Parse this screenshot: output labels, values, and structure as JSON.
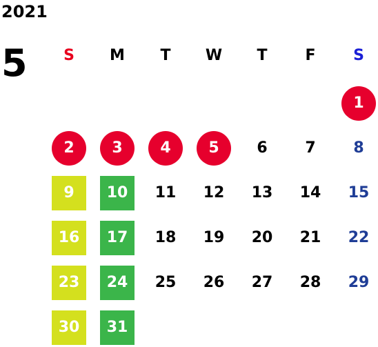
{
  "calendar": {
    "year": "2021",
    "month": "5",
    "weekdays": [
      {
        "label": "S",
        "color": "#e8001e"
      },
      {
        "label": "M",
        "color": "#000000"
      },
      {
        "label": "T",
        "color": "#000000"
      },
      {
        "label": "W",
        "color": "#000000"
      },
      {
        "label": "T",
        "color": "#000000"
      },
      {
        "label": "F",
        "color": "#000000"
      },
      {
        "label": "S",
        "color": "#1a1fd6"
      }
    ],
    "first_weekday_index": 6,
    "days_in_month": 31,
    "colors": {
      "text_default": "#000000",
      "text_saturday": "#1f3d96",
      "holiday_fill": "#e6002d",
      "sunday_highlight_fill": "#d4e01e",
      "monday_highlight_fill": "#3bb54a",
      "highlight_text": "#ffffff"
    },
    "holidays": [
      1,
      2,
      3,
      4,
      5
    ],
    "highlighted": {
      "sunday": [
        9,
        16,
        23,
        30
      ],
      "monday": [
        10,
        17,
        24,
        31
      ]
    }
  }
}
